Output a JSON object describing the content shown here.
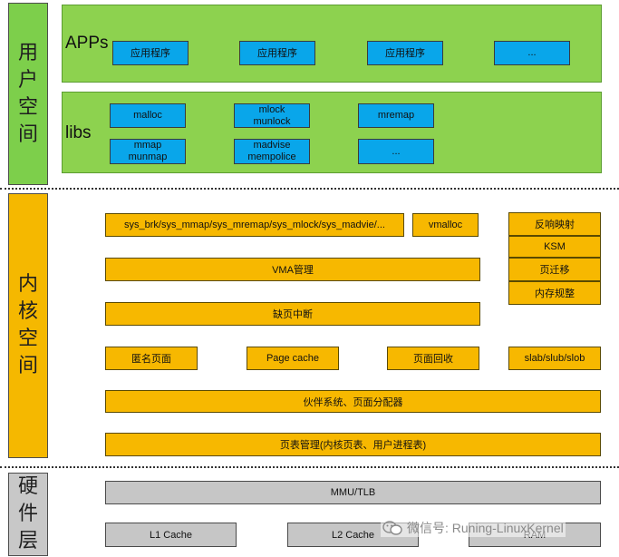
{
  "layers": {
    "user": [
      "用",
      "户",
      "空",
      "间"
    ],
    "kernel": [
      "内",
      "核",
      "空",
      "间"
    ],
    "hardware": [
      "硬",
      "件",
      "层"
    ]
  },
  "apps": {
    "label": "APPs",
    "items": [
      "应用程序",
      "应用程序",
      "应用程序",
      "..."
    ]
  },
  "libs": {
    "label": "libs",
    "row1": [
      "malloc",
      "mlock\nmunlock",
      "mremap"
    ],
    "row2": [
      "mmap\nmunmap",
      "madvise\nmempolice",
      "..."
    ]
  },
  "kernel": {
    "syscalls": "sys_brk/sys_mmap/sys_mremap/sys_mlock/sys_madvie/...",
    "vmalloc": "vmalloc",
    "vma": "VMA管理",
    "pagefault": "缺页中断",
    "anon": "匿名页面",
    "pagecache": "Page cache",
    "reclaim": "页面回收",
    "slab": "slab/slub/slob",
    "buddy": "伙伴系统、页面分配器",
    "pagetable": "页表管理(内核页表、用户进程表)",
    "right": [
      "反响映射",
      "KSM",
      "页迁移",
      "内存规整"
    ]
  },
  "hardware": {
    "mmu": "MMU/TLB",
    "l1": "L1 Cache",
    "l2": "L2 Cache",
    "ram": "RAM"
  },
  "watermark": "微信号: Runing-LinuxKernel",
  "colors": {
    "user_green": "#8dd24f",
    "app_blue": "#09a6ea",
    "kernel_orange": "#f7b800",
    "hw_gray": "#c6c6c6"
  }
}
